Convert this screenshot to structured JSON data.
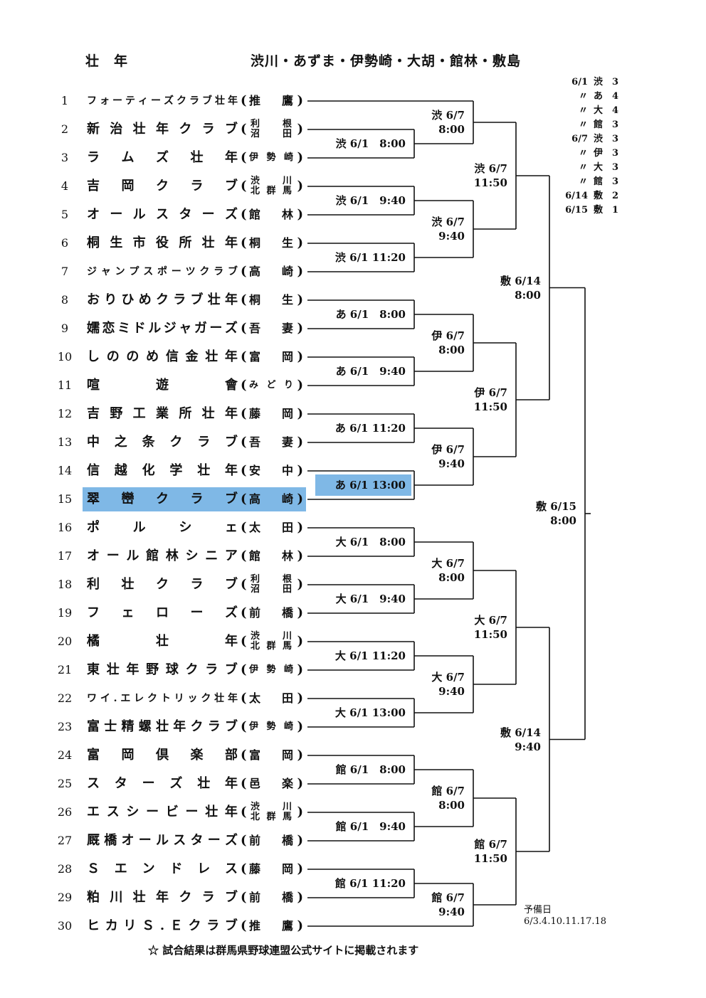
{
  "header": {
    "category": "壮　年",
    "venues": "渋川・あずま・伊勢崎・大胡・館林・敷島"
  },
  "teams": [
    {
      "num": "1",
      "name": "フォーティーズクラブ壮年",
      "loc": [
        "推鷹"
      ]
    },
    {
      "num": "2",
      "name": "新治壮年クラブ",
      "loc": [
        "利根",
        "沼田"
      ]
    },
    {
      "num": "3",
      "name": "ラムズ壮年",
      "loc": [
        "伊勢崎"
      ]
    },
    {
      "num": "4",
      "name": "吉岡クラブ",
      "loc": [
        "渋川",
        "北群馬"
      ]
    },
    {
      "num": "5",
      "name": "オールスターズ",
      "loc": [
        "館林"
      ]
    },
    {
      "num": "6",
      "name": "桐生市役所壮年",
      "loc": [
        "桐生"
      ]
    },
    {
      "num": "7",
      "name": "ジャンプスポーツクラブ",
      "loc": [
        "高崎"
      ]
    },
    {
      "num": "8",
      "name": "おりひめクラブ壮年",
      "loc": [
        "桐生"
      ]
    },
    {
      "num": "9",
      "name": "嬬恋ミドルジャガーズ",
      "loc": [
        "吾妻"
      ]
    },
    {
      "num": "10",
      "name": "しののめ信金壮年",
      "loc": [
        "富岡"
      ]
    },
    {
      "num": "11",
      "name": "喧遊會",
      "loc": [
        "みどり"
      ]
    },
    {
      "num": "12",
      "name": "吉野工業所壮年",
      "loc": [
        "藤岡"
      ]
    },
    {
      "num": "13",
      "name": "中之条クラブ",
      "loc": [
        "吾妻"
      ]
    },
    {
      "num": "14",
      "name": "信越化学壮年",
      "loc": [
        "安中"
      ]
    },
    {
      "num": "15",
      "name": "翠巒クラブ",
      "loc": [
        "高崎"
      ]
    },
    {
      "num": "16",
      "name": "ポルシェ",
      "loc": [
        "太田"
      ]
    },
    {
      "num": "17",
      "name": "オール館林シニア",
      "loc": [
        "館林"
      ]
    },
    {
      "num": "18",
      "name": "利壮クラブ",
      "loc": [
        "利根",
        "沼田"
      ]
    },
    {
      "num": "19",
      "name": "フェローズ",
      "loc": [
        "前橋"
      ]
    },
    {
      "num": "20",
      "name": "橘壮年",
      "loc": [
        "渋川",
        "北群馬"
      ]
    },
    {
      "num": "21",
      "name": "東壮年野球クラブ",
      "loc": [
        "伊勢崎"
      ]
    },
    {
      "num": "22",
      "name": "ワイ.エレクトリック壮年",
      "loc": [
        "太田"
      ]
    },
    {
      "num": "23",
      "name": "富士精螺壮年クラブ",
      "loc": [
        "伊勢崎"
      ]
    },
    {
      "num": "24",
      "name": "富岡倶楽部",
      "loc": [
        "富岡"
      ]
    },
    {
      "num": "25",
      "name": "スターズ壮年",
      "loc": [
        "邑楽"
      ]
    },
    {
      "num": "26",
      "name": "エスシービー壮年",
      "loc": [
        "渋川",
        "北群馬"
      ]
    },
    {
      "num": "27",
      "name": "厩橋オールスターズ",
      "loc": [
        "前橋"
      ]
    },
    {
      "num": "28",
      "name": "Ｓエンドレス",
      "loc": [
        "藤岡"
      ]
    },
    {
      "num": "29",
      "name": "粕川壮年クラブ",
      "loc": [
        "前橋"
      ]
    },
    {
      "num": "30",
      "name": "ヒカリＳ.Ｅクラブ",
      "loc": [
        "推鷹"
      ]
    }
  ],
  "round1": [
    "渋 6/1　8:00",
    "渋 6/1　9:40",
    "渋 6/1 11:20",
    "あ 6/1　8:00",
    "あ 6/1　9:40",
    "あ 6/1 11:20",
    "あ 6/1 13:00",
    "大 6/1　8:00",
    "大 6/1　9:40",
    "大 6/1 11:20",
    "大 6/1 13:00",
    "館 6/1　8:00",
    "館 6/1　9:40",
    "館 6/1 11:20"
  ],
  "round2": [
    [
      "渋 6/7",
      "8:00"
    ],
    [
      "渋 6/7",
      "9:40"
    ],
    [
      "伊 6/7",
      "8:00"
    ],
    [
      "伊 6/7",
      "9:40"
    ],
    [
      "大 6/7",
      "8:00"
    ],
    [
      "大 6/7",
      "9:40"
    ],
    [
      "館 6/7",
      "8:00"
    ],
    [
      "館 6/7",
      "9:40"
    ]
  ],
  "round3": [
    [
      "渋 6/7",
      "11:50"
    ],
    [
      "伊 6/7",
      "11:50"
    ],
    [
      "大 6/7",
      "11:50"
    ],
    [
      "館 6/7",
      "11:50"
    ]
  ],
  "semis": [
    [
      "敷 6/14",
      "8:00"
    ],
    [
      "敷 6/14",
      "9:40"
    ]
  ],
  "final": [
    "敷 6/15",
    "8:00"
  ],
  "schedule": [
    {
      "date": "6/1",
      "venue": "渋",
      "count": "3"
    },
    {
      "date": "〃",
      "venue": "あ",
      "count": "4"
    },
    {
      "date": "〃",
      "venue": "大",
      "count": "4"
    },
    {
      "date": "〃",
      "venue": "館",
      "count": "3"
    },
    {
      "date": "6/7",
      "venue": "渋",
      "count": "3"
    },
    {
      "date": "〃",
      "venue": "伊",
      "count": "3"
    },
    {
      "date": "〃",
      "venue": "大",
      "count": "3"
    },
    {
      "date": "〃",
      "venue": "館",
      "count": "3"
    },
    {
      "date": "6/14",
      "venue": "敷",
      "count": "2"
    },
    {
      "date": "6/15",
      "venue": "敷",
      "count": "1"
    }
  ],
  "reserve": {
    "label": "予備日",
    "dates": "6/3.4.10.11.17.18"
  },
  "footnote": "☆ 試合結果は群馬県野球連盟公式サイトに掲載されます",
  "colors": {
    "highlight": "#7fb8e6",
    "line": "#111111"
  }
}
